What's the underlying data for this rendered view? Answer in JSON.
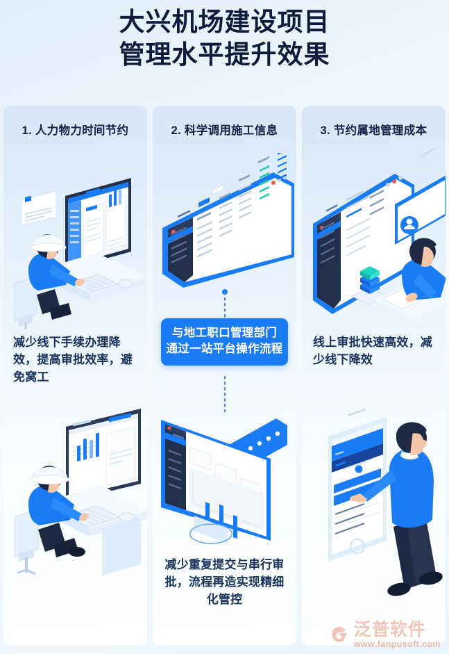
{
  "page": {
    "title_line1": "大兴机场建设项目",
    "title_line2": "管理水平提升效果",
    "title_color": "#0e1b3d",
    "accent_color": "#1a7cf5",
    "background": "#eaf3fb"
  },
  "columns": [
    {
      "heading": "1. 人力物力时间节约",
      "illustration_top": "worker-at-desktop-with-dashboard",
      "body_text": "减少线下手续办理降效，提高审批效率，避免窝工",
      "illustration_bottom": "worker-at-desk-with-bar-chart-monitor"
    },
    {
      "heading": "2. 科学调用施工信息",
      "illustration_top": "isometric-browser-data-table",
      "illustration_bottom": "isometric-monitor-dashboard-with-chat-bubble",
      "body_text": "减少重复提交与串行审批，流程再造实现精细化管控"
    },
    {
      "heading": "3. 节约属地管理成本",
      "illustration_top": "browser-with-profile-card-and-user",
      "body_text": "线上审批快速高效，减少线下降效",
      "illustration_bottom": "person-tapping-smartphone-app"
    }
  ],
  "callout": {
    "line1": "与地工职口管理部门",
    "line2": "通过一站平台操作流程",
    "background_color": "#1a7cf5",
    "text_color": "#ffffff"
  },
  "watermark": {
    "brand": "泛普软件",
    "url": "www.fanpusoft.com",
    "color": "#e8a48f"
  }
}
